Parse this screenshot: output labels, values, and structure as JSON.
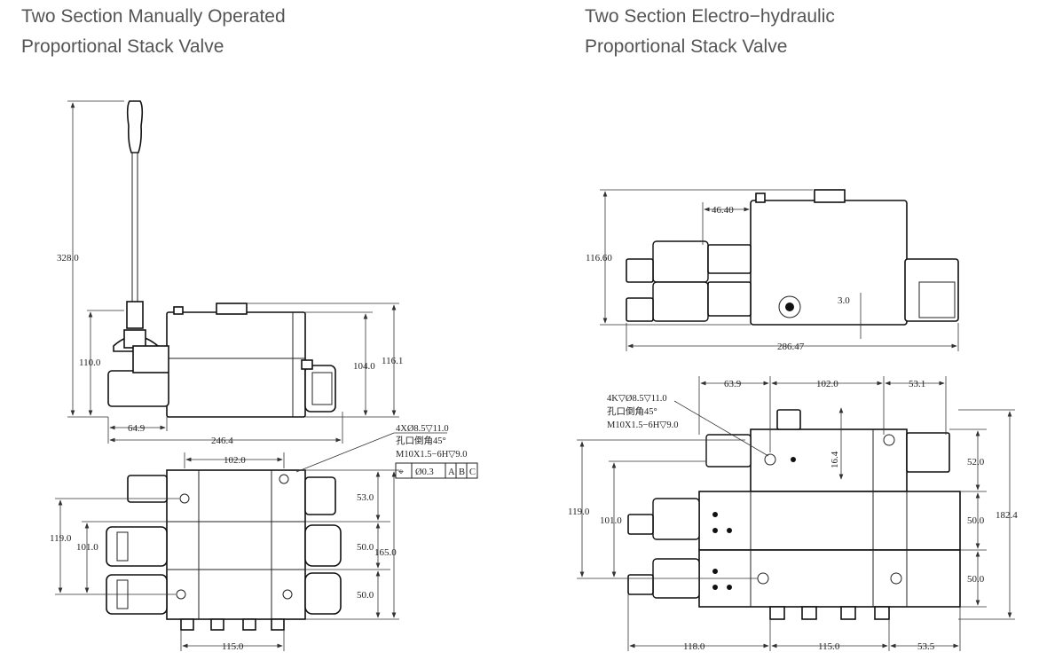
{
  "titles": {
    "left_line1": "Two Section Manually Operated",
    "left_line2": "Proportional Stack Valve",
    "right_line1": "Two Section Electro−hydraulic",
    "right_line2": "Proportional Stack Valve"
  },
  "left_side_view": {
    "dims": {
      "height_total": "328.0",
      "height_base": "110.0",
      "width_offset": "64.9",
      "width_total": "246.4",
      "height_body": "104.0",
      "height_body_outer": "116.1"
    }
  },
  "left_top_view": {
    "dims": {
      "port_spacing": "102.0",
      "section_1": "53.0",
      "section_2": "50.0",
      "section_3": "50.0",
      "total_height": "165.0",
      "outer_119": "119.0",
      "inner_101": "101.0",
      "bottom_width": "115.0"
    },
    "hole_note": [
      "4XØ8.5▽11.0",
      "孔口倒角45°",
      "M10X1.5−6H▽9.0"
    ],
    "tolerance_frame": [
      "⌖",
      "Ø0.3",
      "A",
      "B",
      "C"
    ]
  },
  "right_side_view": {
    "dims": {
      "height": "116.60",
      "offset": "46.40",
      "gap": "3.0",
      "length": "286.47"
    }
  },
  "right_top_view": {
    "dims": {
      "top_left": "63.9",
      "top_mid": "102.0",
      "top_right": "53.1",
      "hole_offset": "16.4",
      "section_1": "52.0",
      "section_2": "50.0",
      "section_3": "50.0",
      "total_height": "182.4",
      "outer_119": "119.0",
      "inner_101": "101.0",
      "bottom_left": "118.0",
      "bottom_mid": "115.0",
      "bottom_right": "53.5"
    },
    "hole_note": [
      "4K▽Ø8.5▽11.0",
      "孔口倒角45°",
      "M10X1.5−6H▽9.0"
    ]
  }
}
